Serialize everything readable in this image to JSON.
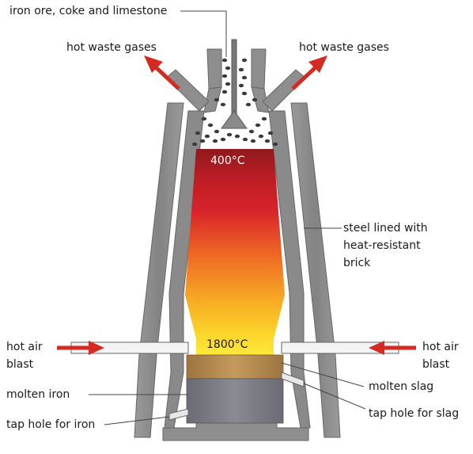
{
  "labels": {
    "charge_input": "iron ore, coke and limestone",
    "waste_gases_left": "hot waste gases",
    "waste_gases_right": "hot waste gases",
    "lining_line1": "steel lined with",
    "lining_line2": "heat-resistant",
    "lining_line3": "brick",
    "air_left_line1": "hot air",
    "air_left_line2": "blast",
    "air_right_line1": "hot air",
    "air_right_line2": "blast",
    "molten_iron": "molten iron",
    "molten_slag": "molten slag",
    "tap_hole_iron": "tap hole for iron",
    "tap_hole_slag": "tap hole for slag",
    "temp_top": "400°C",
    "temp_bottom": "1800°C"
  },
  "colors": {
    "wall": "#8e8e8e",
    "wall_dark": "#6f6f6f",
    "arrow": "#d42a22",
    "gradient_top": "#9a1a1e",
    "gradient_mid_red": "#d51f26",
    "gradient_orange": "#f07f1f",
    "gradient_yellow": "#fbe72c",
    "slag": "#b58a4e",
    "iron": "#7f7f87"
  },
  "icons": {
    "arrows": [
      "red-arrow-up-left",
      "red-arrow-up-right",
      "red-arrow-right",
      "red-arrow-left"
    ],
    "charge": "pellet-dots"
  }
}
